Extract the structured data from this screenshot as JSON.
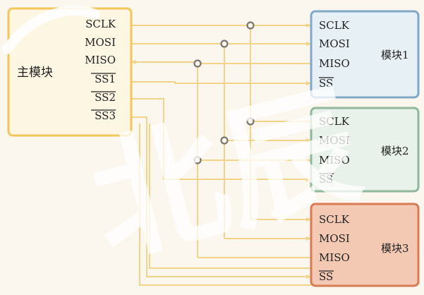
{
  "master": {
    "label": "主模块",
    "pins": [
      "SCLK",
      "MOSI",
      "MISO",
      "SS1",
      "SS2",
      "SS3"
    ]
  },
  "slaves": [
    {
      "label": "模块1",
      "pins": [
        "SCLK",
        "MOSI",
        "MISO",
        "SS"
      ]
    },
    {
      "label": "模块2",
      "pins": [
        "SCLK",
        "MOSI",
        "MISO",
        "SS"
      ]
    },
    {
      "label": "模块3",
      "pins": [
        "SCLK",
        "MOSI",
        "MISO",
        "SS"
      ]
    }
  ],
  "watermark": "北辰",
  "colors": {
    "background": "#fbf6ee",
    "master_border": "#f2c65a",
    "master_fill": "#fdf6e3",
    "module1_border": "#7fa9c6",
    "module1_fill": "#e6f0f5",
    "module2_border": "#8fb89a",
    "module2_fill": "#e9f2ea",
    "module3_border": "#d77a55",
    "module3_fill": "#f4c9b3",
    "wire": "#f1d487",
    "node": "#7a756d",
    "text": "#222222"
  }
}
